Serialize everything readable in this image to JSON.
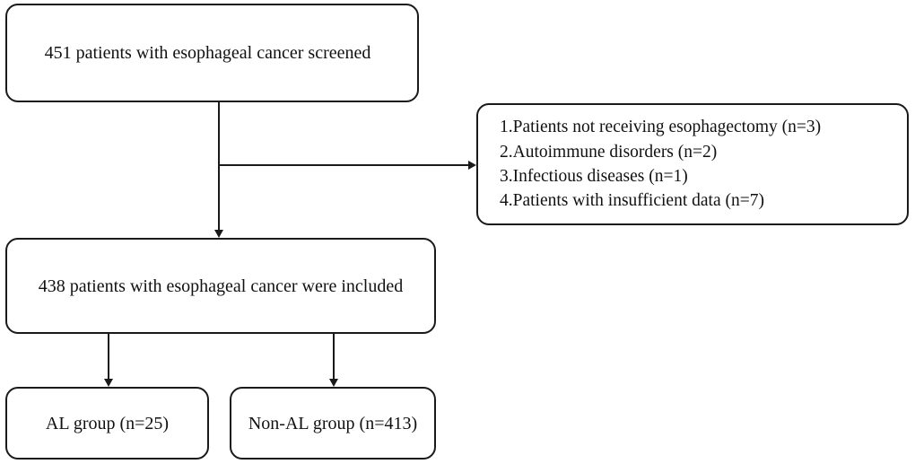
{
  "screened_box": {
    "text": "451 patients with esophageal cancer screened"
  },
  "exclusion_box": {
    "items": [
      "1.Patients not receiving esophagectomy (n=3)",
      "2.Autoimmune disorders (n=2)",
      "3.Infectious diseases (n=1)",
      "4.Patients with insufficient data (n=7)"
    ]
  },
  "included_box": {
    "text": "438 patients with esophageal cancer were included"
  },
  "al_box": {
    "text": "AL group (n=25)"
  },
  "non_al_box": {
    "text": "Non-AL group (n=413)"
  },
  "colors": {
    "line": "#1a1a1a",
    "background": "#ffffff"
  }
}
